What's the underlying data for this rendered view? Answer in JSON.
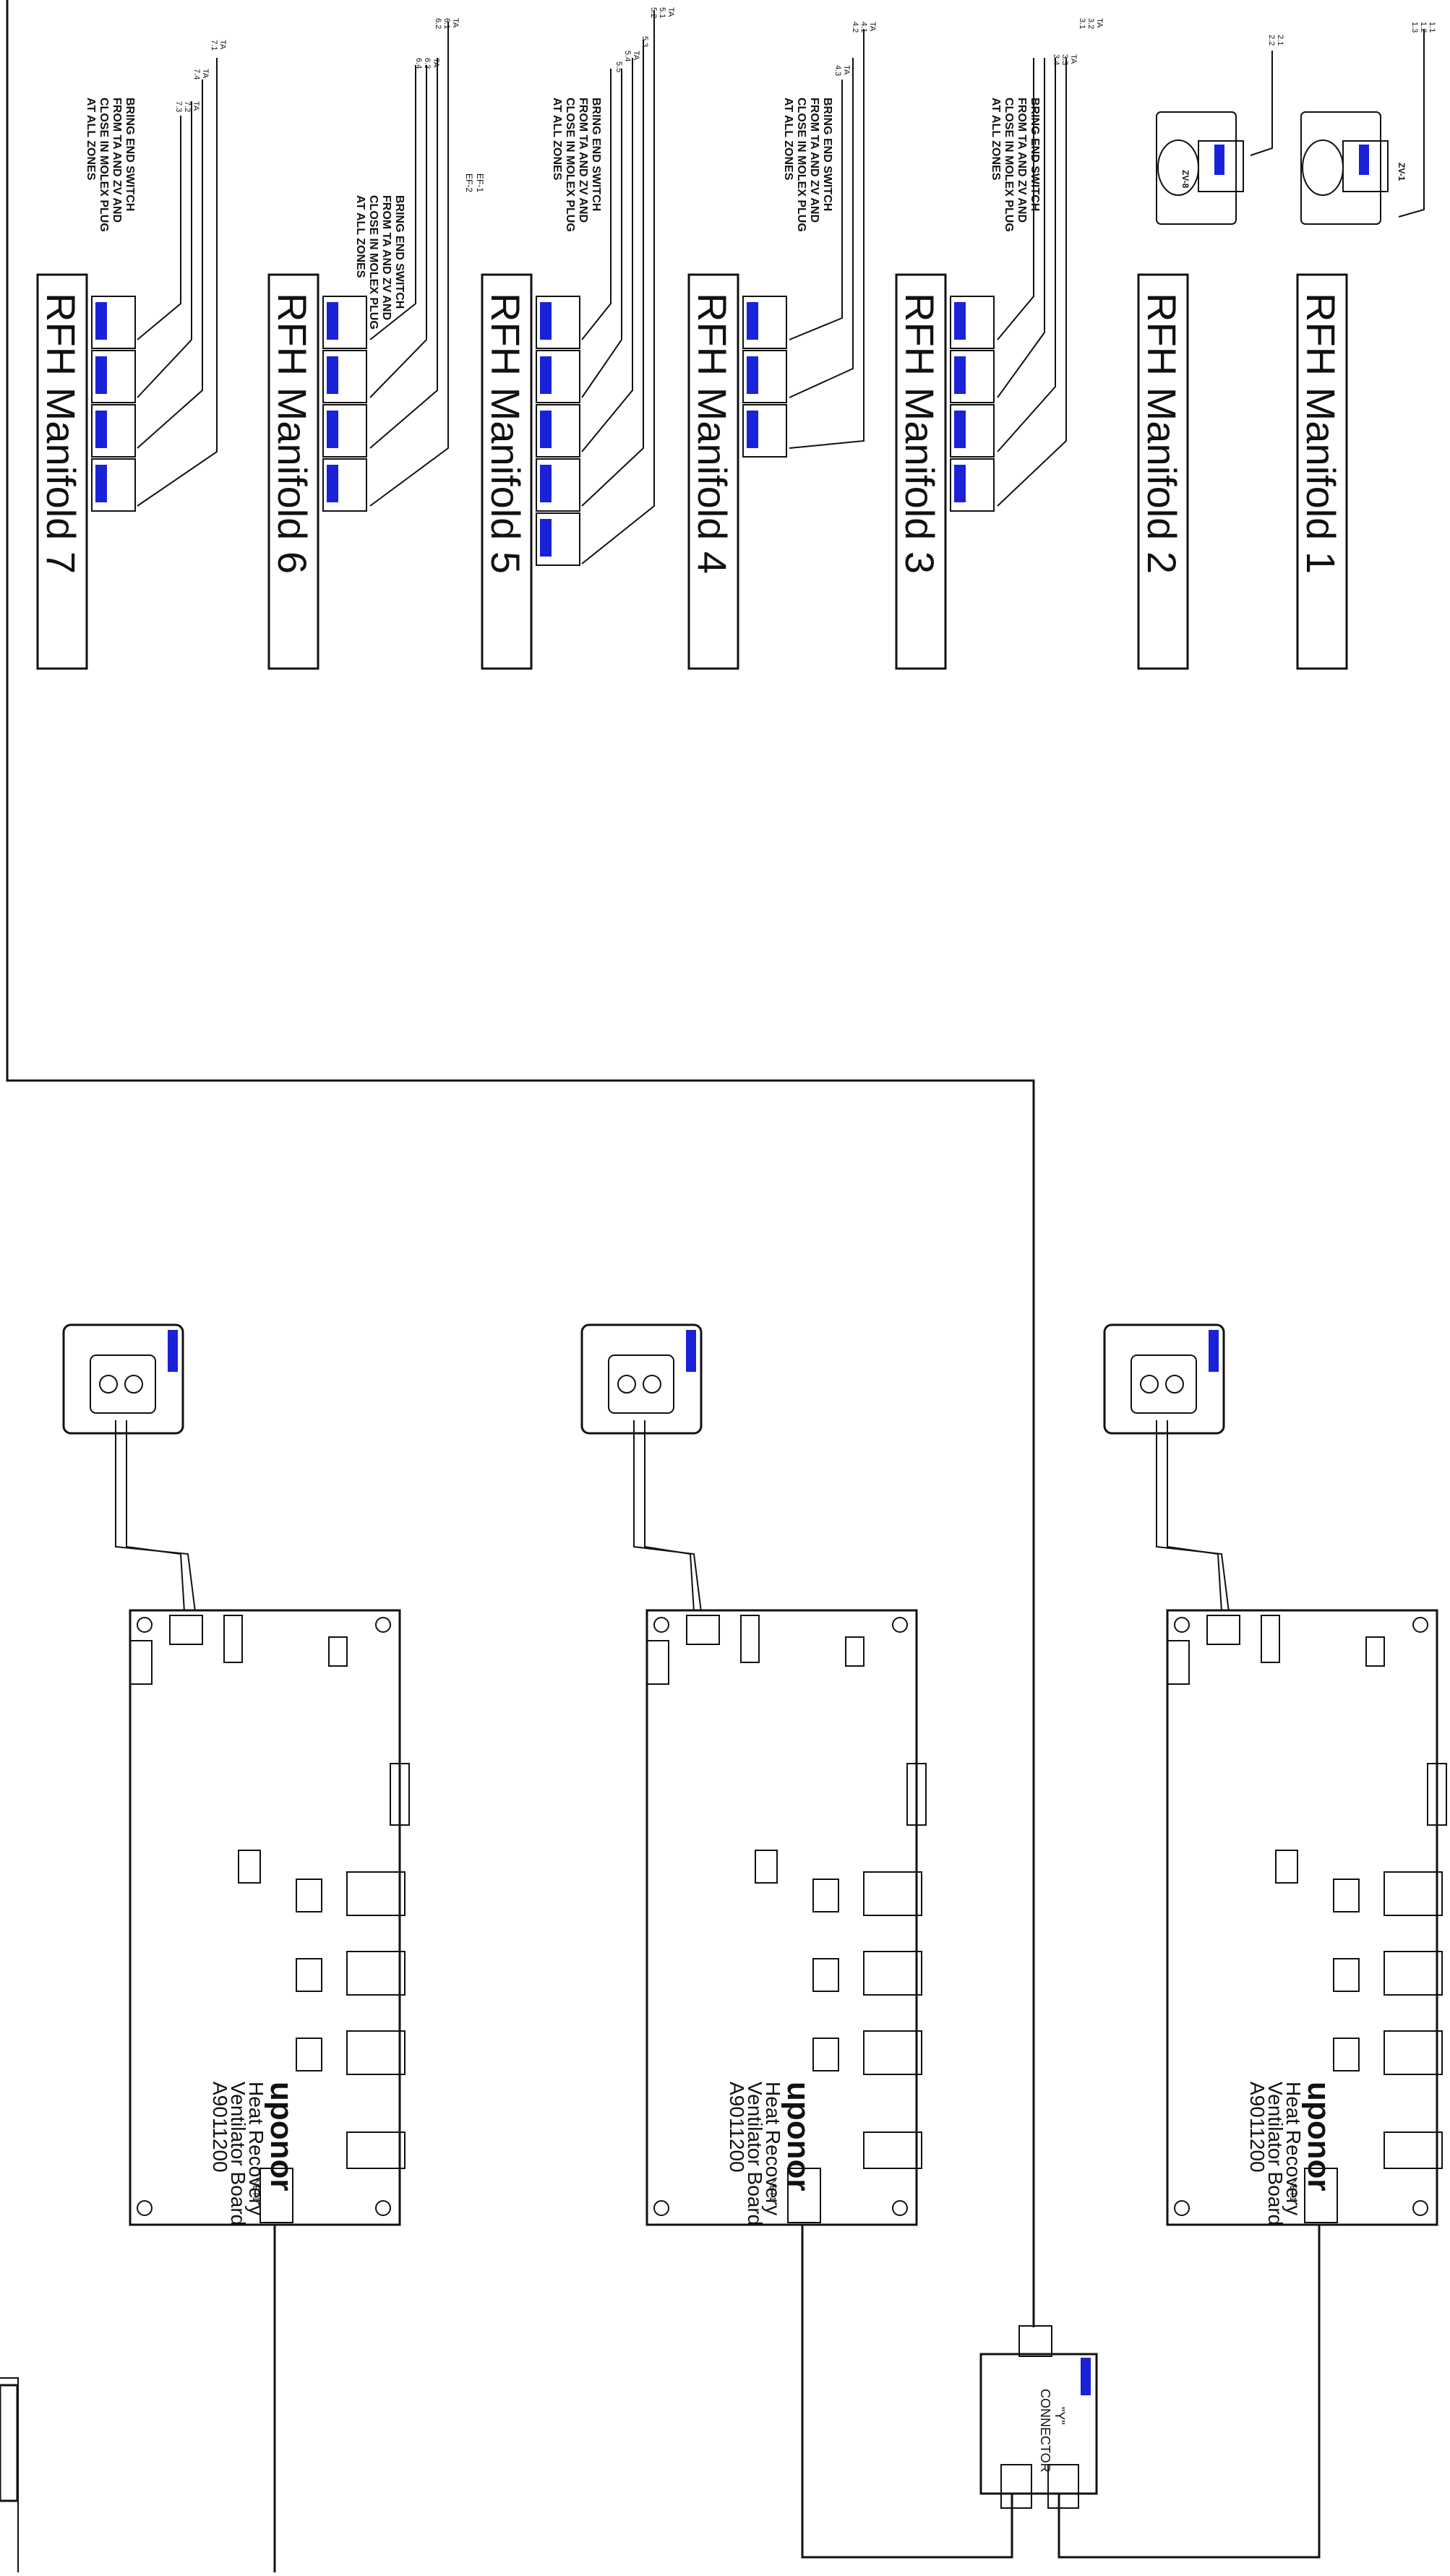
{
  "manifolds": [
    {
      "label": "RFH Manifold 1"
    },
    {
      "label": "RFH Manifold 2"
    },
    {
      "label": "RFH Manifold 3"
    },
    {
      "label": "RFH Manifold 4"
    },
    {
      "label": "RFH Manifold 5"
    },
    {
      "label": "RFH Manifold 6"
    },
    {
      "label": "RFH Manifold 7"
    }
  ],
  "notes": {
    "end_switch": [
      "BRING END SWITCH",
      "FROM TA AND ZV AND",
      "CLOSE IN MOLEX PLUG",
      "AT ALL ZONES"
    ],
    "ef": [
      "EF-1",
      "EF-2"
    ]
  },
  "wire_tags": {
    "m1": [
      "1.1",
      "1.2",
      "1.3"
    ],
    "m2": [
      "2.1",
      "2.2"
    ],
    "m3": [
      "TA",
      "3.2",
      "3.1",
      "TA",
      "3.3",
      "3.4"
    ],
    "m4": [
      "TA",
      "4.1",
      "4.2",
      "TA",
      "4.3"
    ],
    "m5": [
      "TA",
      "5.1",
      "5.2",
      "5.3",
      "TA",
      "5.4",
      "5.5"
    ],
    "m6": [
      "TA",
      "6.1",
      "6.2",
      "TA",
      "6.3",
      "6.4"
    ],
    "m7": [
      "TA",
      "7.1",
      "TA",
      "7.4",
      "TA",
      "7.2",
      "7.3"
    ]
  },
  "zone_valves": [
    "ZV-1",
    "ZV-8"
  ],
  "boards": [
    {
      "brand": "uponor",
      "line1": "Heat Recovery",
      "line2": "Ventilator Board",
      "part": "A9011200",
      "net_label": "NET1"
    },
    {
      "brand": "uponor",
      "line1": "Heat Recovery",
      "line2": "Ventilator Board",
      "part": "A9011200",
      "net_label": "NET1"
    },
    {
      "brand": "uponor",
      "line1": "Heat Recovery",
      "line2": "Ventilator Board",
      "part": "A9011200",
      "net_label": "NET1"
    }
  ],
  "y_connector": {
    "label1": "\"Y\"",
    "label2": "CONNECTOR"
  },
  "colors": {
    "line": "#111111",
    "brand_blue": "#1a22d8",
    "terminal_red": "#cc0000"
  },
  "icons": [
    "thermostat-icon",
    "zone-valve-icon",
    "actuator-icon",
    "screw-terminal-icon",
    "mounting-hole-icon",
    "uponor-logo-icon"
  ]
}
